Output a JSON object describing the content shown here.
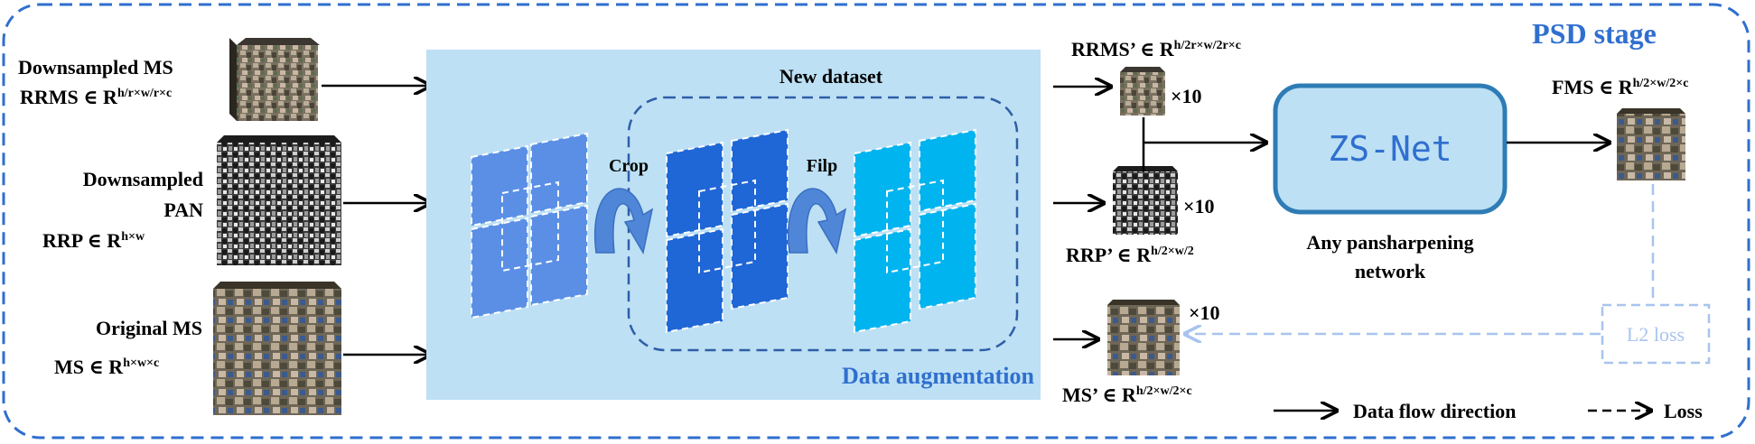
{
  "stage_title": "PSD stage",
  "inputs": {
    "ms": {
      "line1": "Downsampled MS",
      "line2": "RRMS ∈ R",
      "sup": "h/r×w/r×c"
    },
    "pan": {
      "line1": "Downsampled",
      "line2": "PAN",
      "line3": "RRP ∈ R",
      "sup": "h×w"
    },
    "orig": {
      "line1": "Original MS",
      "line2": "MS ∈ R",
      "sup": "h×w×c"
    }
  },
  "augmentation": {
    "title": "New dataset",
    "crop_label": "Crop",
    "flip_label": "Filp",
    "section_label": "Data augmentation"
  },
  "outputs": {
    "rrms": {
      "label": "RRMS’ ∈ R",
      "sup": "h/2r×w/2r×c",
      "count": "×10"
    },
    "rrp": {
      "label": "RRP’ ∈ R",
      "sup": "h/2×w/2",
      "count": "×10"
    },
    "ms": {
      "label": "MS’ ∈ R",
      "sup": "h/2×w/2×c",
      "count": "×10"
    }
  },
  "network": {
    "name": "ZS-Net",
    "caption_line1": "Any pansharpening",
    "caption_line2": "network"
  },
  "fms": {
    "label": "FMS ∈ R",
    "sup": "h/2×w/2×c"
  },
  "loss_box": "L2 loss",
  "legend": {
    "flow_label": "Data flow direction",
    "loss_label": "Loss"
  },
  "colors": {
    "border": "#2f6fcf",
    "aug_panel": "#bde0f4",
    "tile_light": "#5b8fe6",
    "tile_mid": "#1f66d6",
    "tile_cyan": "#00b4f0",
    "net_fill": "#bde0f4",
    "net_border": "#2e7cb5",
    "loss_color": "#a8c4ee"
  }
}
